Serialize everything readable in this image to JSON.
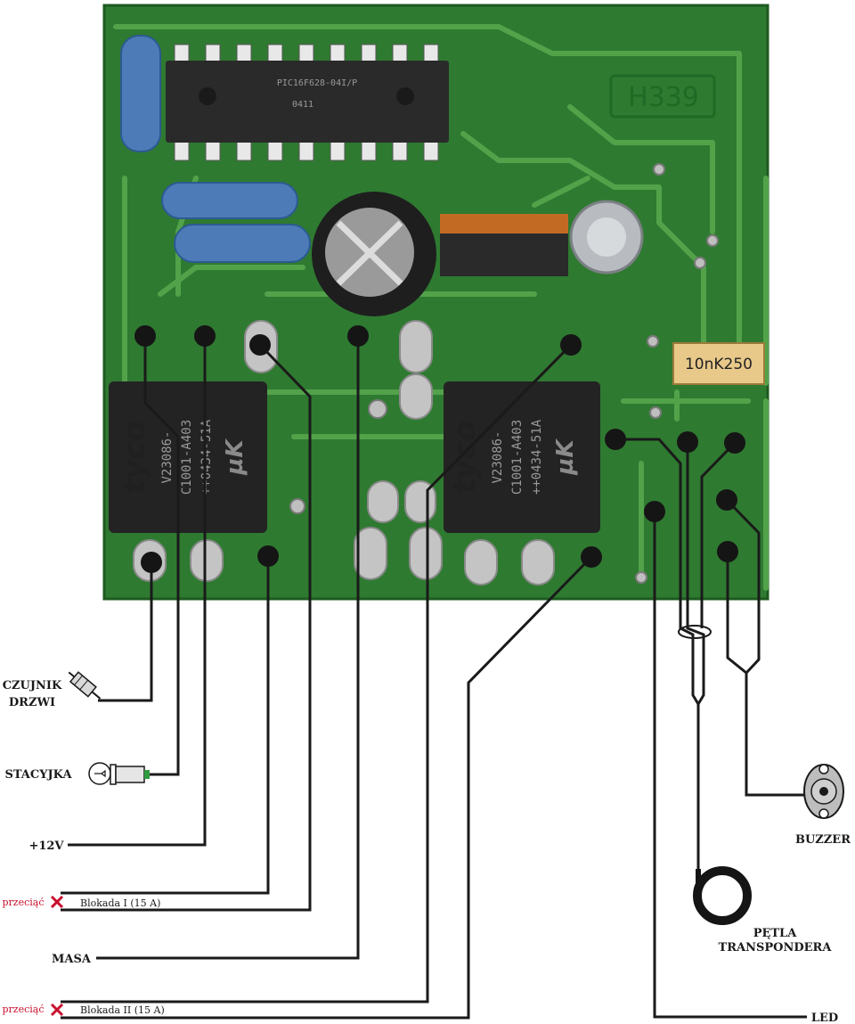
{
  "board": {
    "id_label": "H339",
    "ic_marking": [
      "PIC16F628-04I/P",
      "0411"
    ],
    "capacitor_marking": "10nK250",
    "relay_brand": "tyco",
    "relay_markings": [
      "V23086-",
      "C1001-A403",
      "++0434-51A"
    ],
    "relay_maker_mark": "µK",
    "colors": {
      "pcb": "#2f7a31",
      "trace": "#52a24a",
      "wire": "#1a1a1a",
      "red_cross": "#c8102e",
      "relay_body": "#232323",
      "ic_body": "#2a2a2a"
    }
  },
  "left_connections": {
    "door_sensor": {
      "label_line1": "CZUJNIK",
      "label_line2": "DRZWI",
      "icon": "door-switch-icon"
    },
    "ignition": {
      "label": "STACYJKA",
      "icon": "ignition-key-icon"
    },
    "power": {
      "label": "+12V"
    },
    "lock_1": {
      "cut_label": "przeciąć",
      "label": "Blokada I  (15 A)",
      "icon": "cut-cross-icon"
    },
    "ground": {
      "label": "MASA"
    },
    "lock_2": {
      "cut_label": "przeciąć",
      "label": "Blokada II  (15 A)",
      "icon": "cut-cross-icon"
    }
  },
  "right_connections": {
    "buzzer": {
      "label": "BUZZER",
      "icon": "buzzer-icon"
    },
    "loop": {
      "label_line1": "PĘTLA",
      "label_line2": "TRANSPONDERA",
      "icon": "transponder-loop-icon"
    },
    "led": {
      "label": "LED"
    }
  }
}
